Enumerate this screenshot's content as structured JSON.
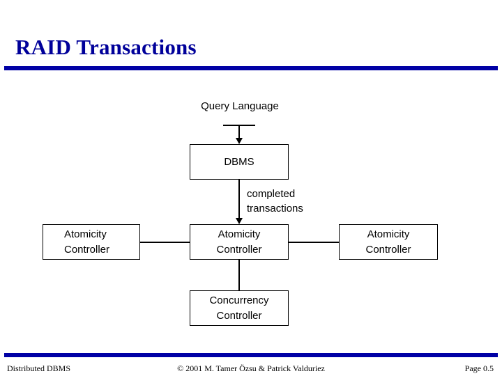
{
  "slide": {
    "title": "RAID Transactions",
    "accent_color": "#0000a5",
    "title_color": "#00009a"
  },
  "diagram": {
    "query_language_label": "Query Language",
    "completed_label_line1": "completed",
    "completed_label_line2": "transactions",
    "boxes": [
      {
        "id": "dbms",
        "line1": "DBMS",
        "line2": ""
      },
      {
        "id": "atomicity-left",
        "line1": "Atomicity",
        "line2": "Controller"
      },
      {
        "id": "atomicity-center",
        "line1": "Atomicity",
        "line2": "Controller"
      },
      {
        "id": "atomicity-right",
        "line1": "Atomicity",
        "line2": "Controller"
      },
      {
        "id": "concurrency-controller",
        "line1": "Concurrency",
        "line2": "Controller"
      }
    ]
  },
  "footer": {
    "left": "Distributed DBMS",
    "center": "© 2001 M. Tamer Özsu & Patrick Valduriez",
    "right": "Page 0.5"
  }
}
